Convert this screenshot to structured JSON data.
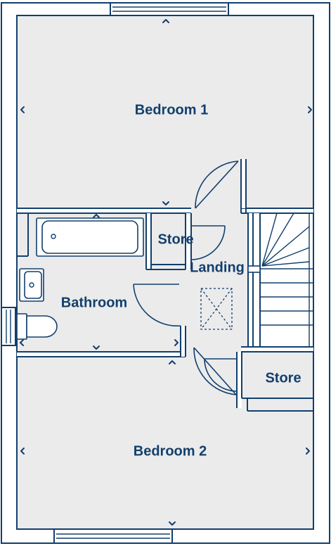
{
  "colors": {
    "wall": "#123f6c",
    "room_fill": "#ebebec",
    "background": "#ffffff"
  },
  "rooms": {
    "bedroom1": "Bedroom 1",
    "bedroom2": "Bedroom 2",
    "bathroom": "Bathroom",
    "store_upper": "Store",
    "landing": "Landing",
    "store_lower": "Store"
  }
}
